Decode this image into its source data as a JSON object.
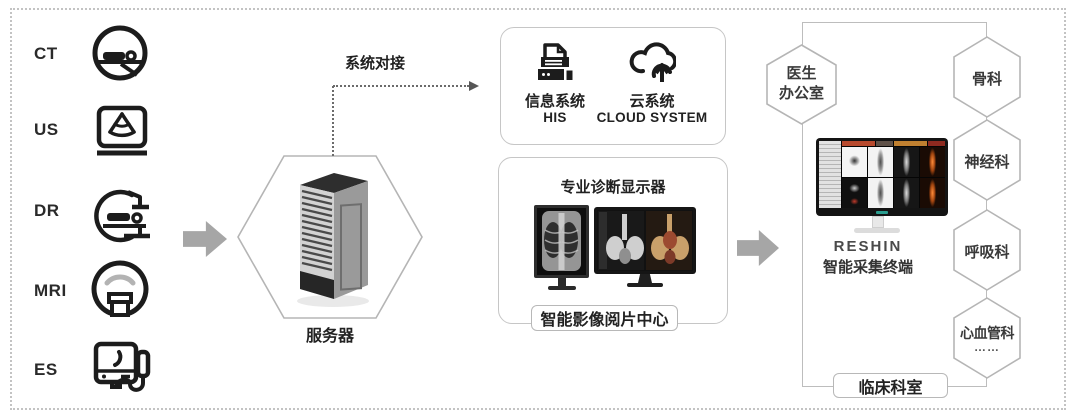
{
  "modalities": {
    "items": [
      {
        "label": "CT",
        "icon": "ct-scanner-icon"
      },
      {
        "label": "US",
        "icon": "ultrasound-icon"
      },
      {
        "label": "DR",
        "icon": "dr-carm-icon"
      },
      {
        "label": "MRI",
        "icon": "mri-scanner-icon"
      },
      {
        "label": "ES",
        "icon": "endoscopy-icon"
      }
    ]
  },
  "server": {
    "label": "服务器"
  },
  "connector": {
    "label": "系统对接"
  },
  "systems": {
    "his_name": "信息系统",
    "his_sub": "HIS",
    "cloud_name": "云系统",
    "cloud_sub": "CLOUD SYSTEM"
  },
  "display": {
    "title": "专业诊断显示器",
    "footer": "智能影像阅片中心"
  },
  "clinical": {
    "office_line1": "医生",
    "office_line2": "办公室",
    "brand": "RESHIN",
    "terminal": "智能采集终端",
    "departments": [
      "骨科",
      "神经科",
      "呼吸科",
      "心血管科"
    ],
    "more": "……",
    "footer": "临床科室"
  },
  "colors": {
    "icon": "#1c1c1c",
    "mri_arc": "#b3b3b3",
    "arrow": "#a6a6a6",
    "hex_border": "#b5b5b5",
    "box_border": "#c6c6c6",
    "frame_dots": "#c3c3c3",
    "connector_line": "#6b6b6b",
    "screen_orange": "#b84a2e",
    "logo_teal": "#2a9d8f"
  }
}
